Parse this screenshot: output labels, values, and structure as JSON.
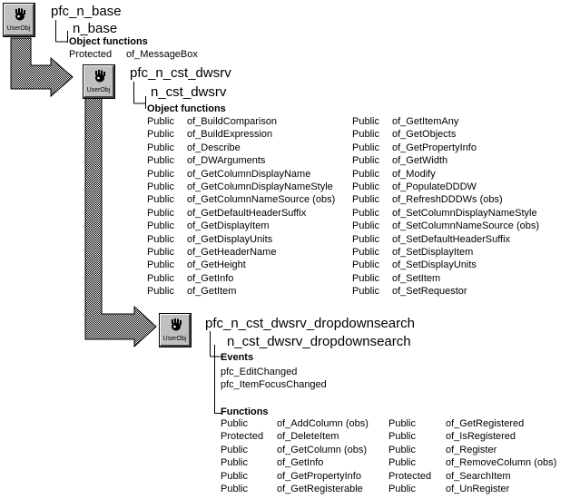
{
  "icon_label": "UserObj",
  "top": {
    "name": "pfc_n_base",
    "sub": "n_base",
    "heading": "Object functions",
    "func": {
      "scope": "Protected",
      "name": "of_MessageBox"
    }
  },
  "mid": {
    "name": "pfc_n_cst_dwsrv",
    "sub": "n_cst_dwsrv",
    "heading": "Object functions",
    "functions": [
      {
        "scope": "Public",
        "name": "of_BuildComparison"
      },
      {
        "scope": "Public",
        "name": "of_BuildExpression"
      },
      {
        "scope": "Public",
        "name": "of_Describe"
      },
      {
        "scope": "Public",
        "name": "of_DWArguments"
      },
      {
        "scope": "Public",
        "name": "of_GetColumnDisplayName"
      },
      {
        "scope": "Public",
        "name": "of_GetColumnDisplayNameStyle"
      },
      {
        "scope": "Public",
        "name": "of_GetColumnNameSource (obs)"
      },
      {
        "scope": "Public",
        "name": "of_GetDefaultHeaderSuffix"
      },
      {
        "scope": "Public",
        "name": "of_GetDisplayItem"
      },
      {
        "scope": "Public",
        "name": "of_GetDisplayUnits"
      },
      {
        "scope": "Public",
        "name": "of_GetHeaderName"
      },
      {
        "scope": "Public",
        "name": "of_GetHeight"
      },
      {
        "scope": "Public",
        "name": "of_GetInfo"
      },
      {
        "scope": "Public",
        "name": "of_GetItem"
      },
      {
        "scope": "Public",
        "name": "of_GetItemAny"
      },
      {
        "scope": "Public",
        "name": "of_GetObjects"
      },
      {
        "scope": "Public",
        "name": "of_GetPropertyInfo"
      },
      {
        "scope": "Public",
        "name": "of_GetWidth"
      },
      {
        "scope": "Public",
        "name": "of_Modify"
      },
      {
        "scope": "Public",
        "name": "of_PopulateDDDW"
      },
      {
        "scope": "Public",
        "name": "of_RefreshDDDWs (obs)"
      },
      {
        "scope": "Public",
        "name": "of_SetColumnDisplayNameStyle"
      },
      {
        "scope": "Public",
        "name": "of_SetColumnNameSource (obs)"
      },
      {
        "scope": "Public",
        "name": "of_SetDefaultHeaderSuffix"
      },
      {
        "scope": "Public",
        "name": "of_SetDisplayItem"
      },
      {
        "scope": "Public",
        "name": "of_SetDisplayUnits"
      },
      {
        "scope": "Public",
        "name": "of_SetItem"
      },
      {
        "scope": "Public",
        "name": "of_SetRequestor"
      }
    ]
  },
  "bottom": {
    "name": "pfc_n_cst_dwsrv_dropdownsearch",
    "sub": "n_cst_dwsrv_dropdownsearch",
    "events_heading": "Events",
    "events": [
      "pfc_EditChanged",
      "pfc_ItemFocusChanged"
    ],
    "functions_heading": "Functions",
    "functions": [
      {
        "scope": "Public",
        "name": "of_AddColumn (obs)"
      },
      {
        "scope": "Protected",
        "name": "of_DeleteItem"
      },
      {
        "scope": "Public",
        "name": "of_GetColumn (obs)"
      },
      {
        "scope": "Public",
        "name": "of_GetInfo"
      },
      {
        "scope": "Public",
        "name": "of_GetPropertyInfo"
      },
      {
        "scope": "Public",
        "name": "of_GetRegisterable"
      },
      {
        "scope": "Public",
        "name": "of_GetRegistered"
      },
      {
        "scope": "Public",
        "name": "of_IsRegistered"
      },
      {
        "scope": "Public",
        "name": "of_Register"
      },
      {
        "scope": "Public",
        "name": "of_RemoveColumn (obs)"
      },
      {
        "scope": "Protected",
        "name": "of_SearchItem"
      },
      {
        "scope": "Public",
        "name": "of_UnRegister"
      }
    ]
  }
}
